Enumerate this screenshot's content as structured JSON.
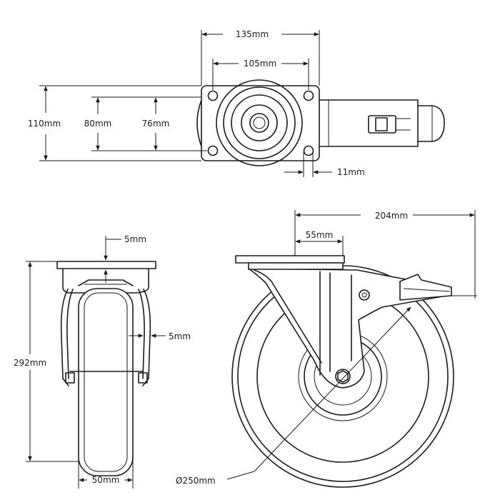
{
  "dimensions": {
    "top_width": "135mm",
    "hole_spacing_x": "105mm",
    "plate_height": "110mm",
    "plate_depth": "80mm",
    "hole_spacing_y": "76mm",
    "hole_diameter": "11mm",
    "overall_length": "204mm",
    "offset": "55mm",
    "plate_thickness": "5mm",
    "fork_thickness": "5mm",
    "overall_height": "292mm",
    "wheel_width": "50mm",
    "wheel_diameter": "Ø250mm"
  },
  "colors": {
    "line": "#1a1a1a",
    "background": "#ffffff"
  }
}
